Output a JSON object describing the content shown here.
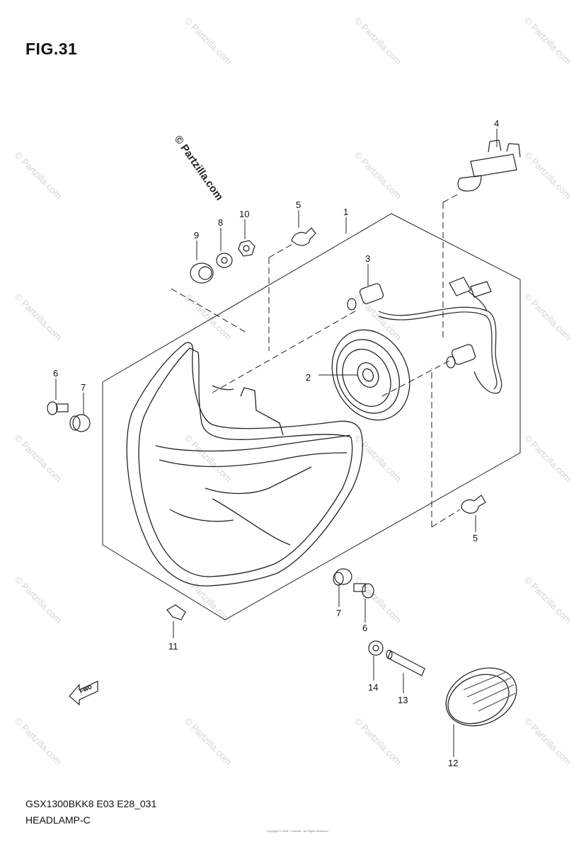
{
  "figure": {
    "title": "FIG.31",
    "model_code": "GSX1300BKK8 E03 E28_031",
    "assembly_name": "HEADLAMP-C",
    "copyright_small": "Copyright © 2008 - Partzilla - All Rights Reserved",
    "watermark_text": "© Partzilla.com",
    "fwd_label": "FWD"
  },
  "callouts": [
    {
      "id": "c1",
      "label": "1"
    },
    {
      "id": "c2",
      "label": "2"
    },
    {
      "id": "c3",
      "label": "3"
    },
    {
      "id": "c4",
      "label": "4"
    },
    {
      "id": "c5a",
      "label": "5"
    },
    {
      "id": "c5b",
      "label": "5"
    },
    {
      "id": "c6a",
      "label": "6"
    },
    {
      "id": "c6b",
      "label": "6"
    },
    {
      "id": "c7a",
      "label": "7"
    },
    {
      "id": "c7b",
      "label": "7"
    },
    {
      "id": "c8",
      "label": "8"
    },
    {
      "id": "c9",
      "label": "9"
    },
    {
      "id": "c10",
      "label": "10"
    },
    {
      "id": "c11",
      "label": "11"
    },
    {
      "id": "c12",
      "label": "12"
    },
    {
      "id": "c13",
      "label": "13"
    },
    {
      "id": "c14",
      "label": "14"
    }
  ]
}
